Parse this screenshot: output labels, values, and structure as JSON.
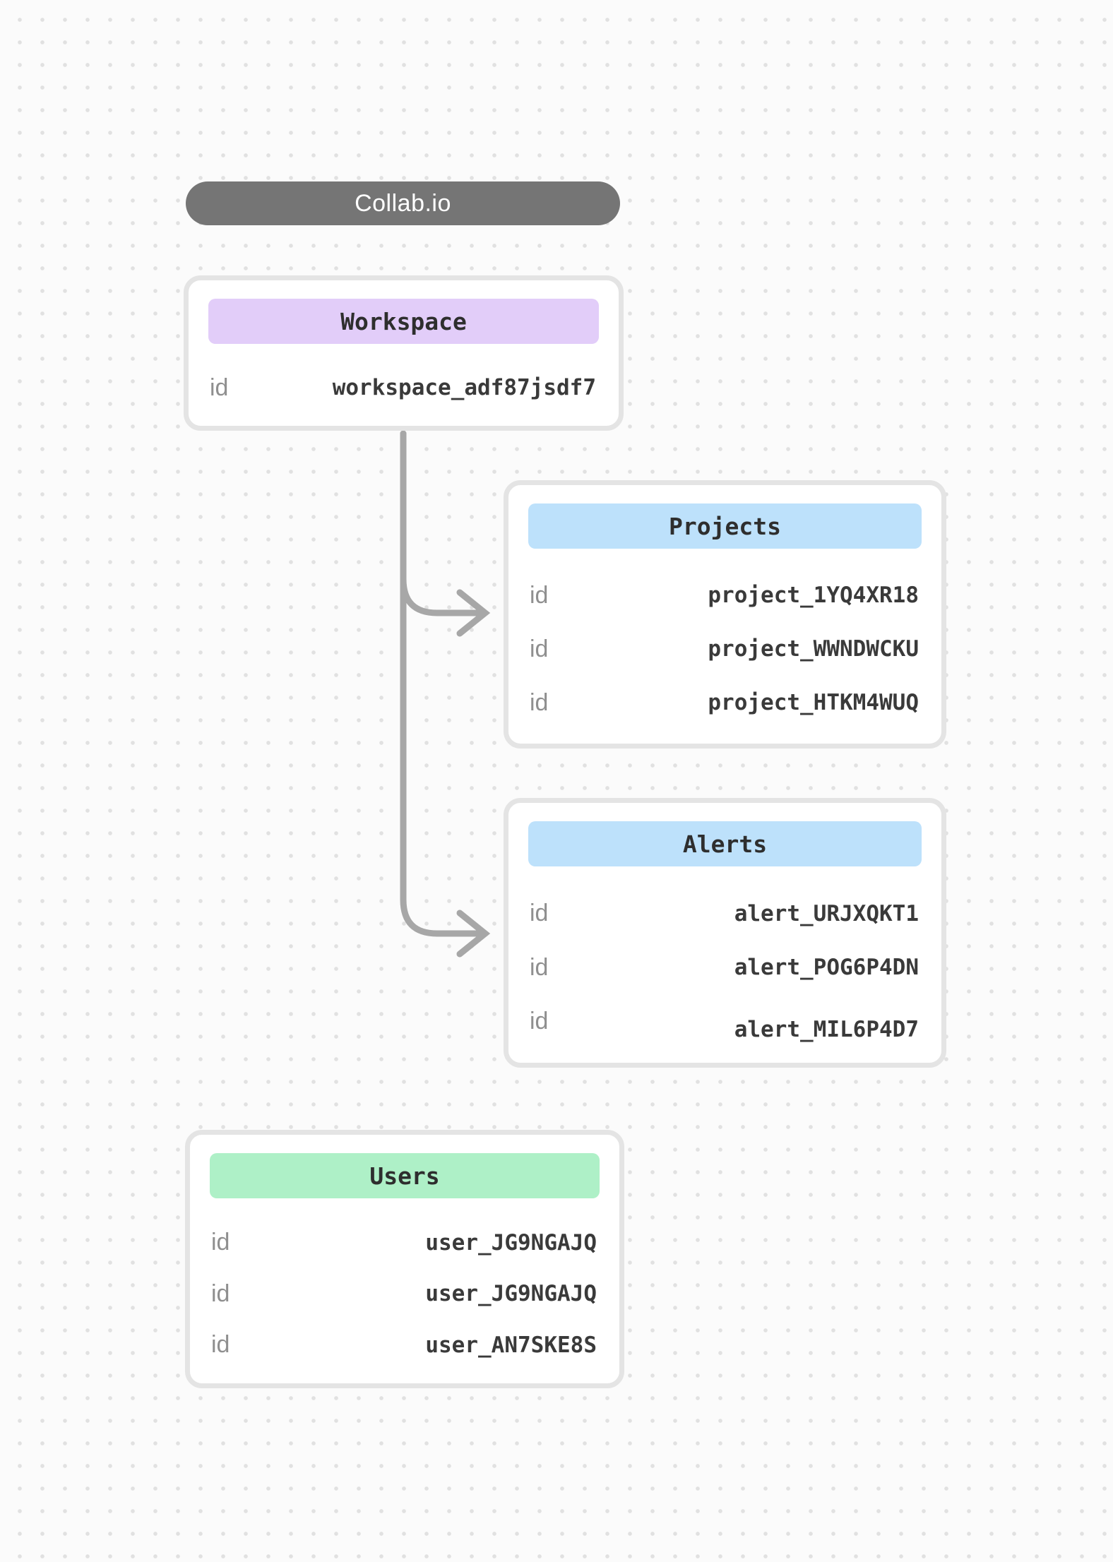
{
  "app": {
    "title": "Collab.io"
  },
  "theme": {
    "background": "#fbfbfb",
    "dot_color": "#e1e1e1",
    "title_pill_bg": "#757575",
    "title_pill_text": "#ffffff",
    "card_border": "#e4e4e4",
    "connector_color": "#a7a7a7",
    "workspace_header_bg": "#e2cdf9",
    "projects_header_bg": "#bde1fb",
    "alerts_header_bg": "#bde1fb",
    "users_header_bg": "#aef0c7",
    "key_color": "#8f8f8f",
    "value_color": "#3a3a3a"
  },
  "entities": {
    "workspace": {
      "title": "Workspace",
      "rows": [
        {
          "key": "id",
          "value": "workspace_adf87jsdf7"
        }
      ]
    },
    "projects": {
      "title": "Projects",
      "rows": [
        {
          "key": "id",
          "value": "project_1YQ4XR18"
        },
        {
          "key": "id",
          "value": "project_WWNDWCKU"
        },
        {
          "key": "id",
          "value": "project_HTKM4WUQ"
        }
      ]
    },
    "alerts": {
      "title": "Alerts",
      "rows": [
        {
          "key": "id",
          "value": "alert_URJXQKT1"
        },
        {
          "key": "id",
          "value": "alert_POG6P4DN"
        },
        {
          "key": "id",
          "value": "alert_MIL6P4D7"
        }
      ]
    },
    "users": {
      "title": "Users",
      "rows": [
        {
          "key": "id",
          "value": "user_JG9NGAJQ"
        },
        {
          "key": "id",
          "value": "user_JG9NGAJQ"
        },
        {
          "key": "id",
          "value": "user_AN7SKE8S"
        }
      ]
    }
  },
  "edges": [
    {
      "from": "Workspace",
      "to": "Projects"
    },
    {
      "from": "Workspace",
      "to": "Alerts"
    }
  ]
}
